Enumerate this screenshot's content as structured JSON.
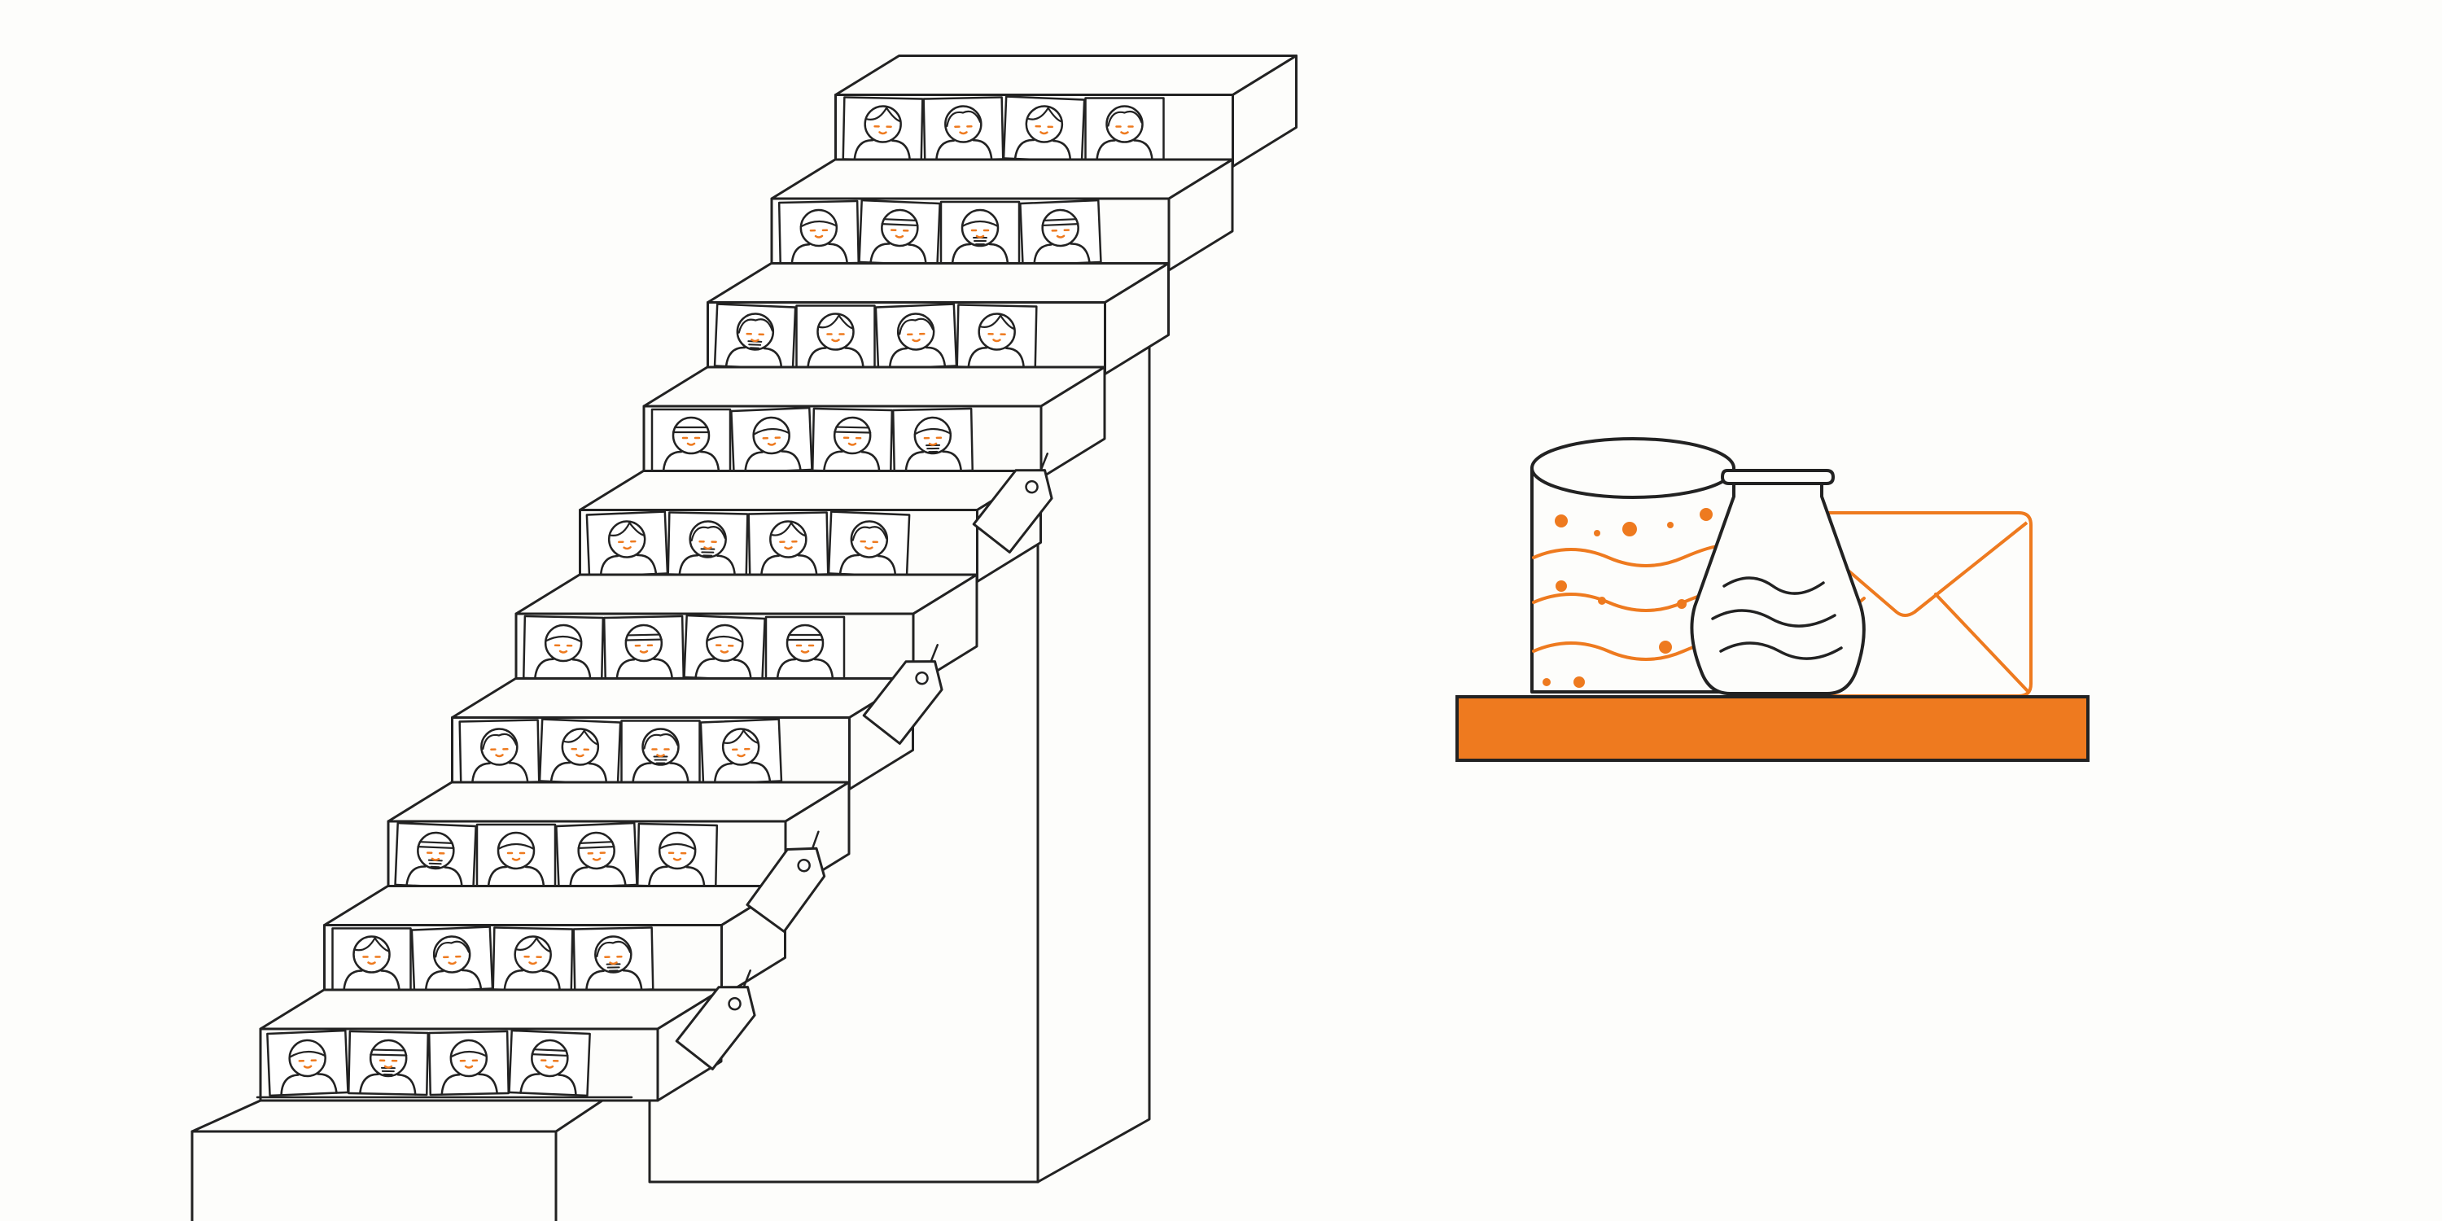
{
  "illustration": {
    "stairs": {
      "step_count": 10,
      "faces_per_step": 4,
      "price_tag_count": 4
    },
    "shelf": {
      "items": [
        "database-icon",
        "flask-icon",
        "envelope-icon"
      ]
    }
  },
  "colors": {
    "line": "#222222",
    "accent": "#ee7a1f",
    "background": "#fdfdfb",
    "face_fill": "#ffffff"
  }
}
